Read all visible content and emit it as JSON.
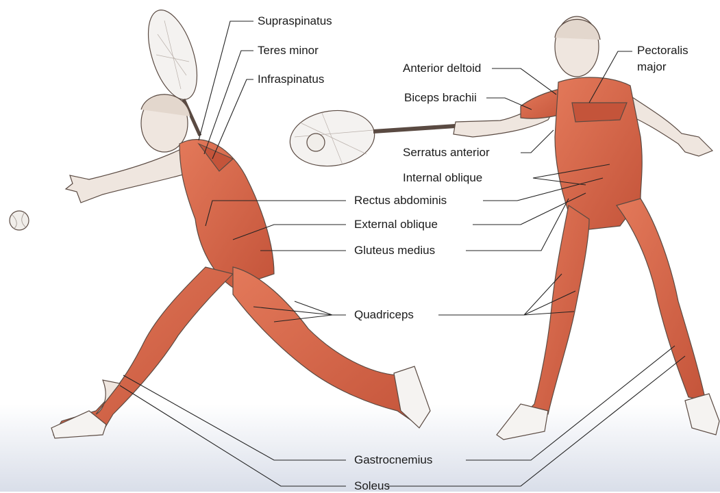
{
  "labels": {
    "supraspinatus": "Supraspinatus",
    "teres_minor": "Teres minor",
    "infraspinatus": "Infraspinatus",
    "anterior_deltoid": "Anterior deltoid",
    "pectoralis_major_1": "Pectoralis",
    "pectoralis_major_2": "major",
    "biceps_brachii": "Biceps brachii",
    "serratus_anterior": "Serratus anterior",
    "internal_oblique": "Internal oblique",
    "rectus_abdominis": "Rectus abdominis",
    "external_oblique": "External oblique",
    "gluteus_medius": "Gluteus medius",
    "quadriceps": "Quadriceps",
    "gastrocnemius": "Gastrocnemius",
    "soleus": "Soleus"
  },
  "colors": {
    "muscle": "#d9694a",
    "muscle_dark": "#b8492f",
    "skin": "#efe6df",
    "outline": "#5a4a42",
    "leader": "#222222",
    "ground": "#dfe3ec"
  }
}
